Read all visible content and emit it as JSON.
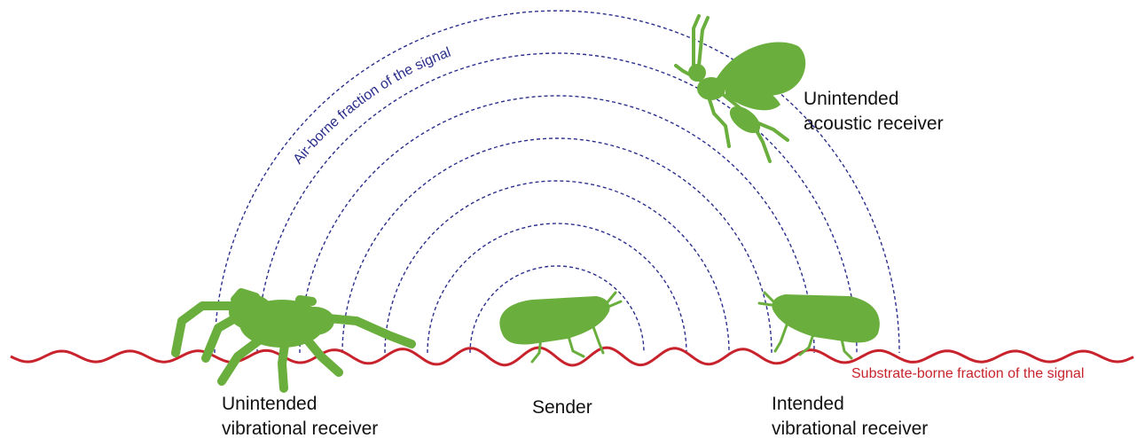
{
  "labels": {
    "air_borne": "Air-borne fraction of the signal",
    "substrate_borne": "Substrate-borne fraction of the signal",
    "unintended_acoustic_line1": "Unintended",
    "unintended_acoustic_line2": "acoustic receiver",
    "unintended_vibrational_line1": "Unintended",
    "unintended_vibrational_line2": "vibrational receiver",
    "sender": "Sender",
    "intended_vibrational_line1": "Intended",
    "intended_vibrational_line2": "vibrational receiver"
  },
  "organisms": {
    "spider": "spider-icon",
    "wasp": "wasp-icon",
    "sender_leafhopper": "leafhopper-icon",
    "receiver_leafhopper": "leafhopper-icon"
  },
  "arcs": {
    "count": 7
  },
  "colors": {
    "arc": "#2b2f8c",
    "substrate": "#c8232c",
    "organism": "#6aaf3d",
    "air_label": "#2b2f8c",
    "substrate_label": "#c8232c",
    "text": "#111111"
  }
}
